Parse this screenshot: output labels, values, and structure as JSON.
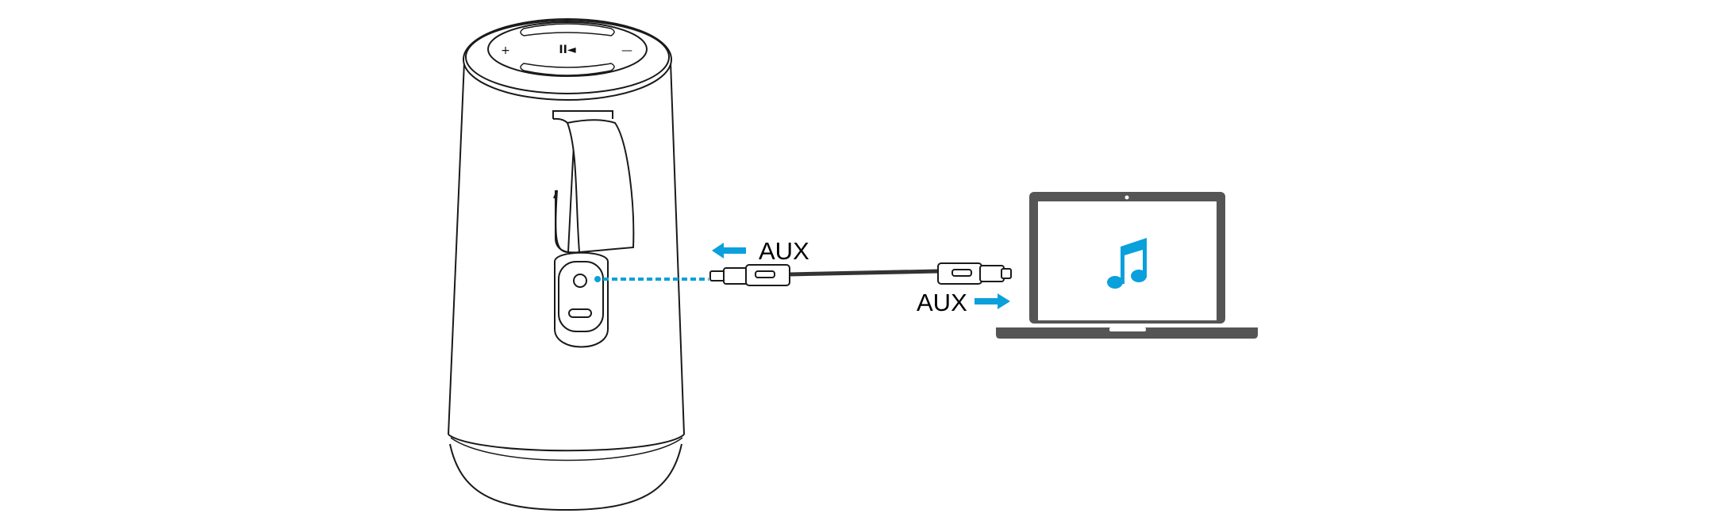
{
  "diagram": {
    "labels": {
      "speaker_aux": "AUX",
      "laptop_aux": "AUX"
    },
    "speaker_buttons": {
      "plus": "+",
      "minus": "—",
      "play_pause": "II◄"
    },
    "colors": {
      "accent": "#0aa0dc",
      "laptop": "#555555",
      "outline": "#1a1a1a"
    },
    "icons": [
      "speaker-icon",
      "aux-cable-icon",
      "laptop-icon",
      "music-note-icon",
      "arrow-left-icon",
      "arrow-right-icon"
    ]
  }
}
